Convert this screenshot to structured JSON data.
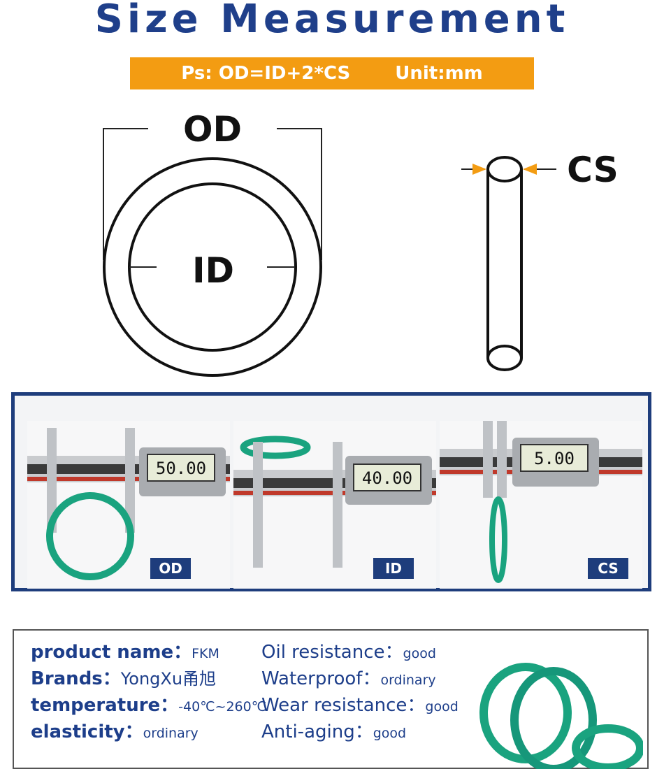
{
  "title": "Size Measurement",
  "banner": {
    "formula": "Ps: OD=ID+2*CS",
    "unit": "Unit:mm"
  },
  "diagram": {
    "od_label": "OD",
    "id_label": "ID",
    "cs_label": "CS"
  },
  "photos": [
    {
      "badge": "OD",
      "reading": "50.00"
    },
    {
      "badge": "ID",
      "reading": "40.00"
    },
    {
      "badge": "CS",
      "reading": "5.00"
    }
  ],
  "specs": {
    "left": [
      {
        "key": "product name：",
        "value": "FKM"
      },
      {
        "key": "Brands：",
        "value": "YongXu甬旭"
      },
      {
        "key": "temperature：",
        "value": "-40℃~260℃"
      },
      {
        "key": "elasticity：",
        "value": "ordinary"
      }
    ],
    "right": [
      {
        "key": "Oil resistance：",
        "value": "good"
      },
      {
        "key": "Waterproof：",
        "value": "ordinary"
      },
      {
        "key": "Wear resistance：",
        "value": "good"
      },
      {
        "key": "Anti-aging：",
        "value": "good"
      }
    ]
  },
  "colors": {
    "title_blue": "#1f3f8a",
    "banner_orange": "#f39c12",
    "panel_blue": "#1e3d7c",
    "ring_green": "#1aa37f"
  }
}
